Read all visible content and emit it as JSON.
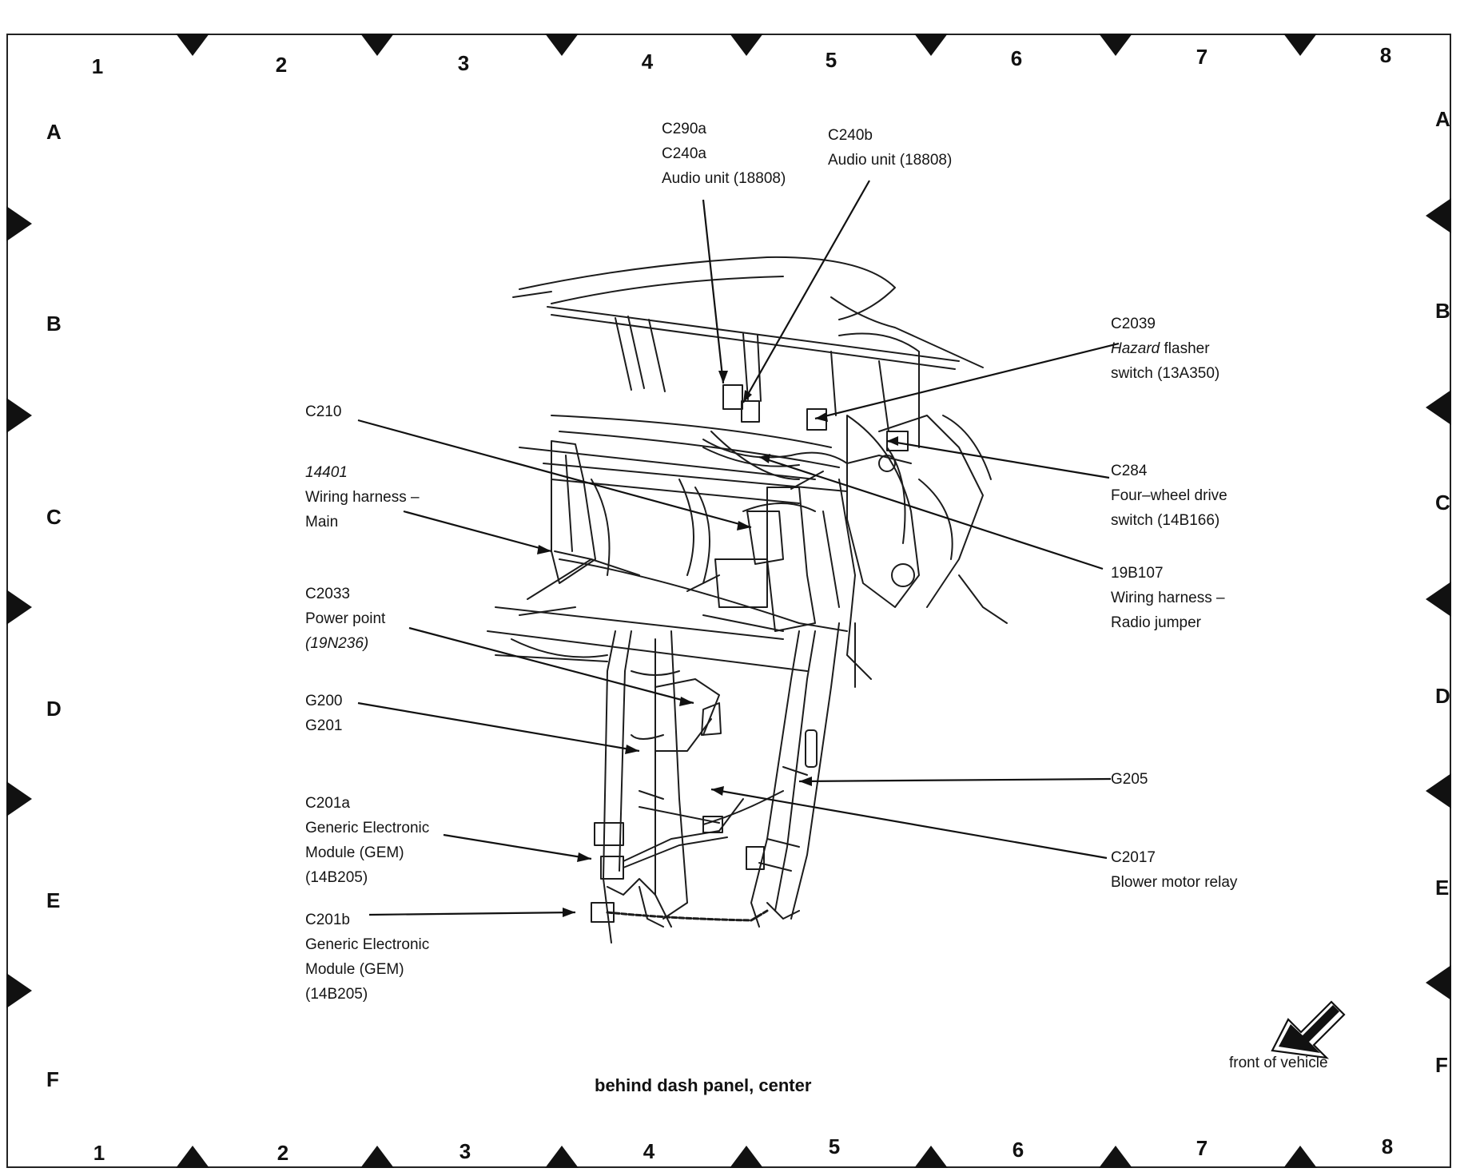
{
  "grid": {
    "columns": [
      "1",
      "2",
      "3",
      "4",
      "5",
      "6",
      "7",
      "8"
    ],
    "rows": [
      "A",
      "B",
      "C",
      "D",
      "E",
      "F"
    ]
  },
  "caption": "behind dash panel, center",
  "direction_label": "front of vehicle",
  "callouts": {
    "c290a_c240a": {
      "line1": "C290a",
      "line2": "C240a",
      "line3": "Audio unit (18808)"
    },
    "c240b": {
      "line1": "C240b",
      "line2": "Audio unit (18808)"
    },
    "c2039": {
      "line1": "C2039",
      "line2_italic": "Hazard",
      "line2_rest": " flasher",
      "line3": "switch (13A350)"
    },
    "c210": {
      "line1": "C210"
    },
    "harness_main": {
      "line1": "14401",
      "line2": "Wiring harness –",
      "line3": "Main"
    },
    "c284": {
      "line1": "C284",
      "line2": "Four–wheel drive",
      "line3": "switch (14B166)"
    },
    "radio_jumper": {
      "line1": "19B107",
      "line2": "Wiring harness –",
      "line3": "Radio jumper"
    },
    "c2033": {
      "line1": "C2033",
      "line2": "Power point",
      "line3": "(19N236)"
    },
    "g200_g201": {
      "line1": "G200",
      "line2": "G201"
    },
    "g205": {
      "line1": "G205"
    },
    "c201a": {
      "line1": "C201a",
      "line2": "Generic Electronic",
      "line3": "Module (GEM)",
      "line4": "(14B205)"
    },
    "c2017": {
      "line1": "C2017",
      "line2": "Blower motor relay"
    },
    "c201b": {
      "line1": "C201b",
      "line2": "Generic Electronic",
      "line3": "Module (GEM)",
      "line4": "(14B205)"
    }
  }
}
